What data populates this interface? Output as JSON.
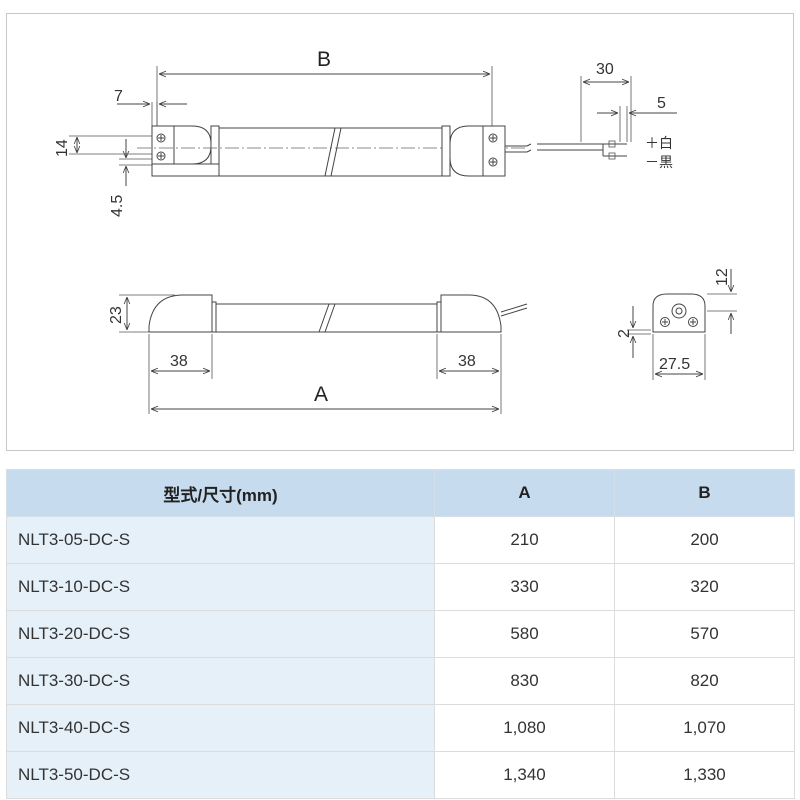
{
  "drawing": {
    "dim_B": "B",
    "dim_A": "A",
    "dim_7": "7",
    "dim_14": "14",
    "dim_4_5": "4.5",
    "dim_30": "30",
    "dim_5": "5",
    "dim_23": "23",
    "dim_38_left": "38",
    "dim_38_right": "38",
    "dim_12": "12",
    "dim_2": "2",
    "dim_27_5": "27.5",
    "wire_plus": "＋白",
    "wire_minus": "－黒"
  },
  "table": {
    "headers": [
      "型式/尺寸(mm)",
      "A",
      "B"
    ],
    "rows": [
      {
        "model": "NLT3-05-DC-S",
        "a": "210",
        "b": "200"
      },
      {
        "model": "NLT3-10-DC-S",
        "a": "330",
        "b": "320"
      },
      {
        "model": "NLT3-20-DC-S",
        "a": "580",
        "b": "570"
      },
      {
        "model": "NLT3-30-DC-S",
        "a": "830",
        "b": "820"
      },
      {
        "model": "NLT3-40-DC-S",
        "a": "1,080",
        "b": "1,070"
      },
      {
        "model": "NLT3-50-DC-S",
        "a": "1,340",
        "b": "1,330"
      }
    ]
  }
}
